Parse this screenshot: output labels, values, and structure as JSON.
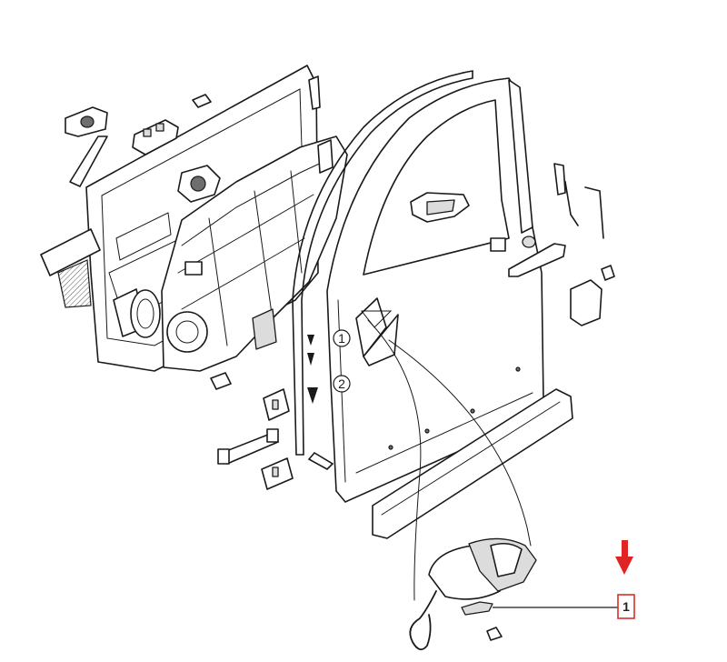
{
  "callout": {
    "label": "1",
    "highlight_color": "#d93025",
    "arrow_color": "#e02424"
  },
  "steps": [
    {
      "label": "1"
    },
    {
      "label": "2"
    }
  ],
  "icons": {
    "pointer": "arrow-down-icon"
  }
}
